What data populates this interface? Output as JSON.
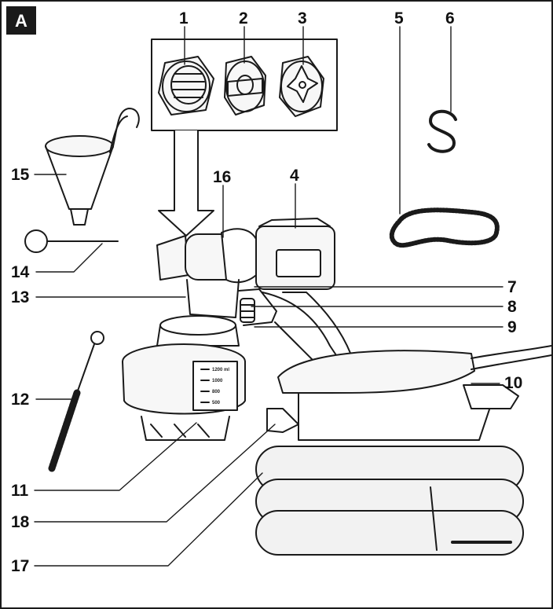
{
  "panel": {
    "letter": "A"
  },
  "callouts": {
    "c1": "1",
    "c2": "2",
    "c3": "3",
    "c4": "4",
    "c5": "5",
    "c6": "6",
    "c7": "7",
    "c8": "8",
    "c9": "9",
    "c10": "10",
    "c11": "11",
    "c12": "12",
    "c13": "13",
    "c14": "14",
    "c15": "15",
    "c16": "16",
    "c17": "17",
    "c18": "18"
  },
  "container_scale": {
    "m1": "1200 ml",
    "m2": "1000",
    "m3": "800",
    "m4": "500"
  },
  "colors": {
    "line": "#1a1a1a",
    "tag_bg": "#1a1a1a",
    "hose_fill": "#f2f2f2",
    "body_fill": "#f7f7f7"
  }
}
